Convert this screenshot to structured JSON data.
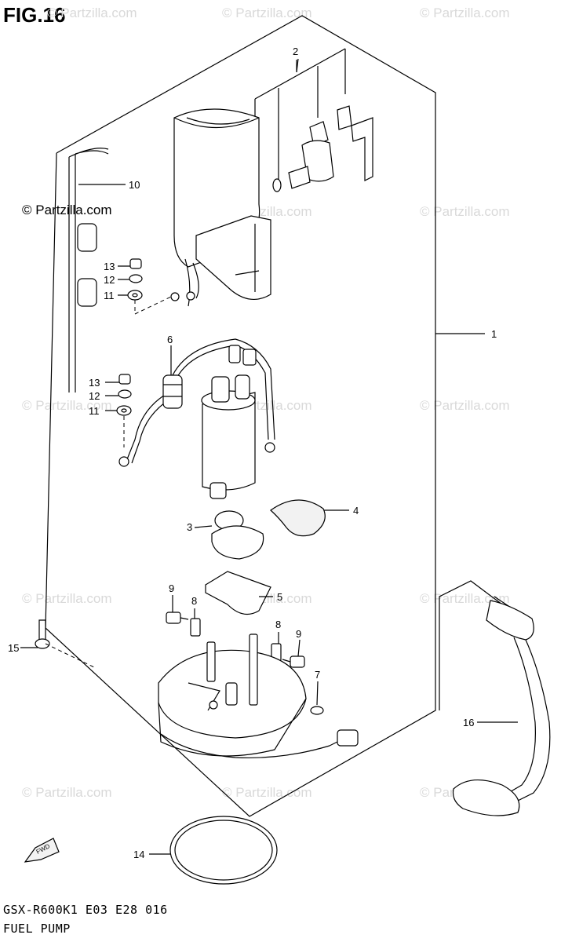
{
  "figure_title": "FIG.16",
  "copyright": "© Partzilla.com",
  "watermark": "© Partzilla.com",
  "footer": {
    "model_code": "GSX-R600K1 E03 E28 016",
    "section_name": "FUEL PUMP"
  },
  "fwd_label": "FWD",
  "callouts": {
    "p1": "1",
    "p2": "2",
    "p3": "3",
    "p4": "4",
    "p5": "5",
    "p6": "6",
    "p7": "7",
    "p8a": "8",
    "p8b": "8",
    "p9a": "9",
    "p9b": "9",
    "p10": "10",
    "p11a": "11",
    "p11b": "11",
    "p12a": "12",
    "p12b": "12",
    "p13a": "13",
    "p13b": "13",
    "p14": "14",
    "p15": "15",
    "p16": "16"
  }
}
